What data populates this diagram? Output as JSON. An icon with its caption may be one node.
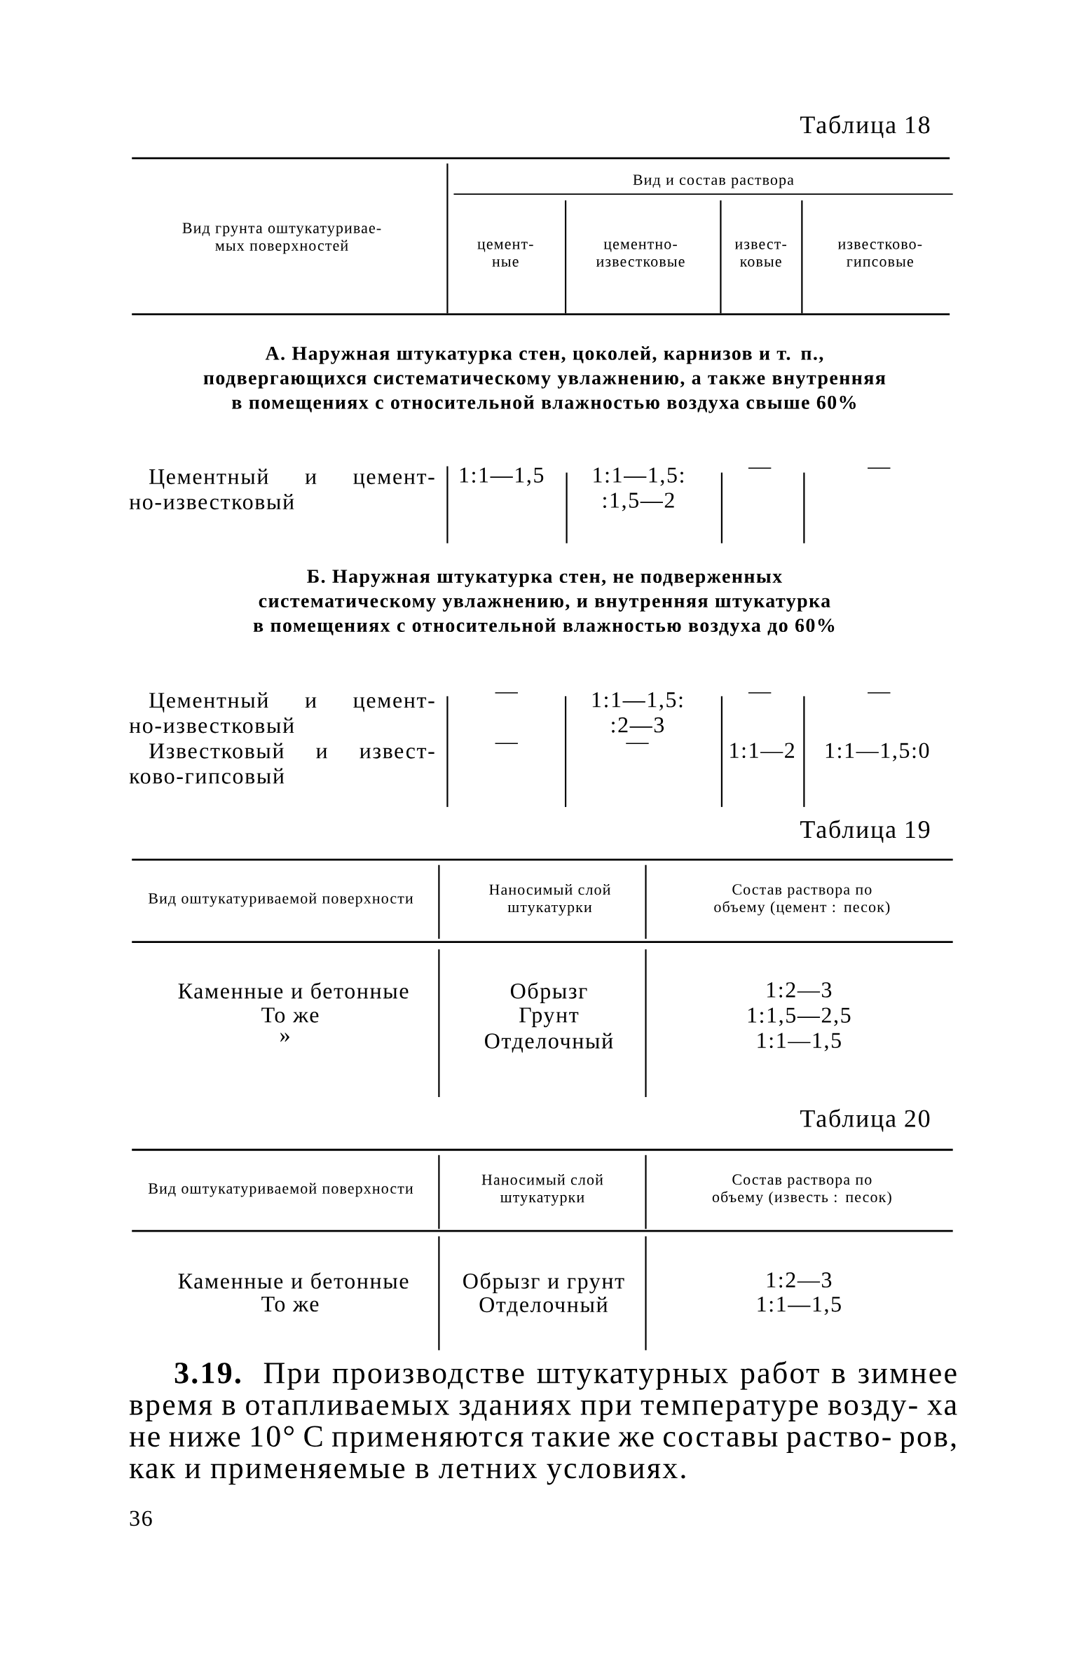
{
  "diagram": {
    "labels": [
      "Таблица 18",
      "Вид грунта оштукатуривае- мых поверхностей",
      "Вид и состав раствора",
      "цемент- ные",
      "цементно- известковые",
      "извест- ковые",
      "известково- гипсовые",
      "А. Наружная штукатурка стен, цоколей, карнизов и т. п., подвергающихся систематическому увлажнению, а также внутренняя в помещениях с относительной влажностью воздуха свыше 60%",
      "Цементный и цемент- но-известковый",
      "1:1—1,5",
      "1:1—1,5: :1,5—2",
      "—",
      "—",
      "Б. Наружная штукатурка стен, не подверженных систематическому увлажнению, и внутренняя штукатурка в помещениях с относительной влажностью воздуха до 60%",
      "Цементный и цемент- но-известковый",
      "—",
      "1:1—1,5: :2—3",
      "—",
      "—",
      "Известковый и извест- ково-гипсовый",
      "—",
      "—",
      "1:1—2",
      "1:1—1,5:0",
      "Таблица 19",
      "Вид оштукатуриваемой поверхности",
      "Наносимый слой штукатурки",
      "Состав раствора по объему (цемент : песок)",
      "Каменные и бетонные",
      "Обрызг",
      "1:2—3",
      "То же",
      "Грунт",
      "1:1,5—2,5",
      "»",
      "Отделочный",
      "1:1—1,5",
      "Таблица 20",
      "Вид оштукатуриваемой поверхности",
      "Наносимый слой штукатурки",
      "Состав раствора по объему (известь : песок)",
      "Каменные и бетонные",
      "Обрызг и грунт",
      "1:2—3",
      "То же",
      "Отделочный",
      "1:1—1,5",
      "**3.19.** При производстве штукатурных работ в зимнее время в отапливаемых зданиях при температуре возду- ха не ниже 10° С применяются такие же составы раство- ров, как и применяемые в летних условиях.",
      "36"
    ]
  }
}
